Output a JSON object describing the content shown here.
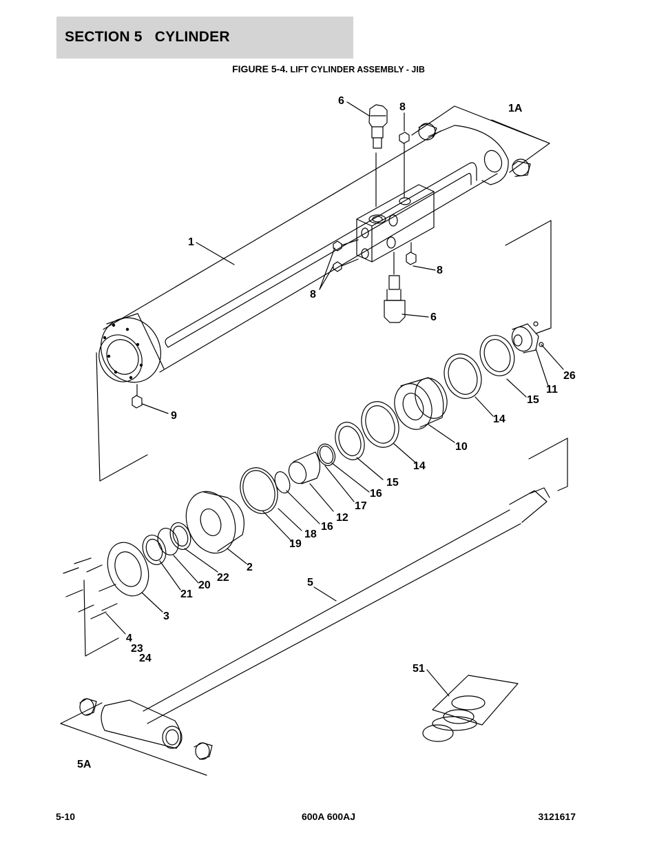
{
  "header": {
    "section_title": "SECTION 5   CYLINDER",
    "figure_prefix": "FIGURE 5-4.",
    "figure_caption": " LIFT CYLINDER ASSEMBLY -  JIB"
  },
  "callouts": {
    "c6a": "6",
    "c8a": "8",
    "c1A": "1A",
    "c1": "1",
    "c8b": "8",
    "c8c": "8",
    "c6b": "6",
    "c26": "26",
    "c11": "11",
    "c15a": "15",
    "c14a": "14",
    "c9": "9",
    "c10": "10",
    "c14b": "14",
    "c15b": "15",
    "c16a": "16",
    "c17": "17",
    "c12": "12",
    "c16b": "16",
    "c18": "18",
    "c19": "19",
    "c2": "2",
    "c22": "22",
    "c20": "20",
    "c21": "21",
    "c3": "3",
    "c5": "5",
    "c4": "4",
    "c23": "23",
    "c24": "24",
    "c51": "51",
    "c5A": "5A"
  },
  "footer": {
    "page_number": "5-10",
    "models": "600A 600AJ",
    "doc_number": "3121617"
  }
}
